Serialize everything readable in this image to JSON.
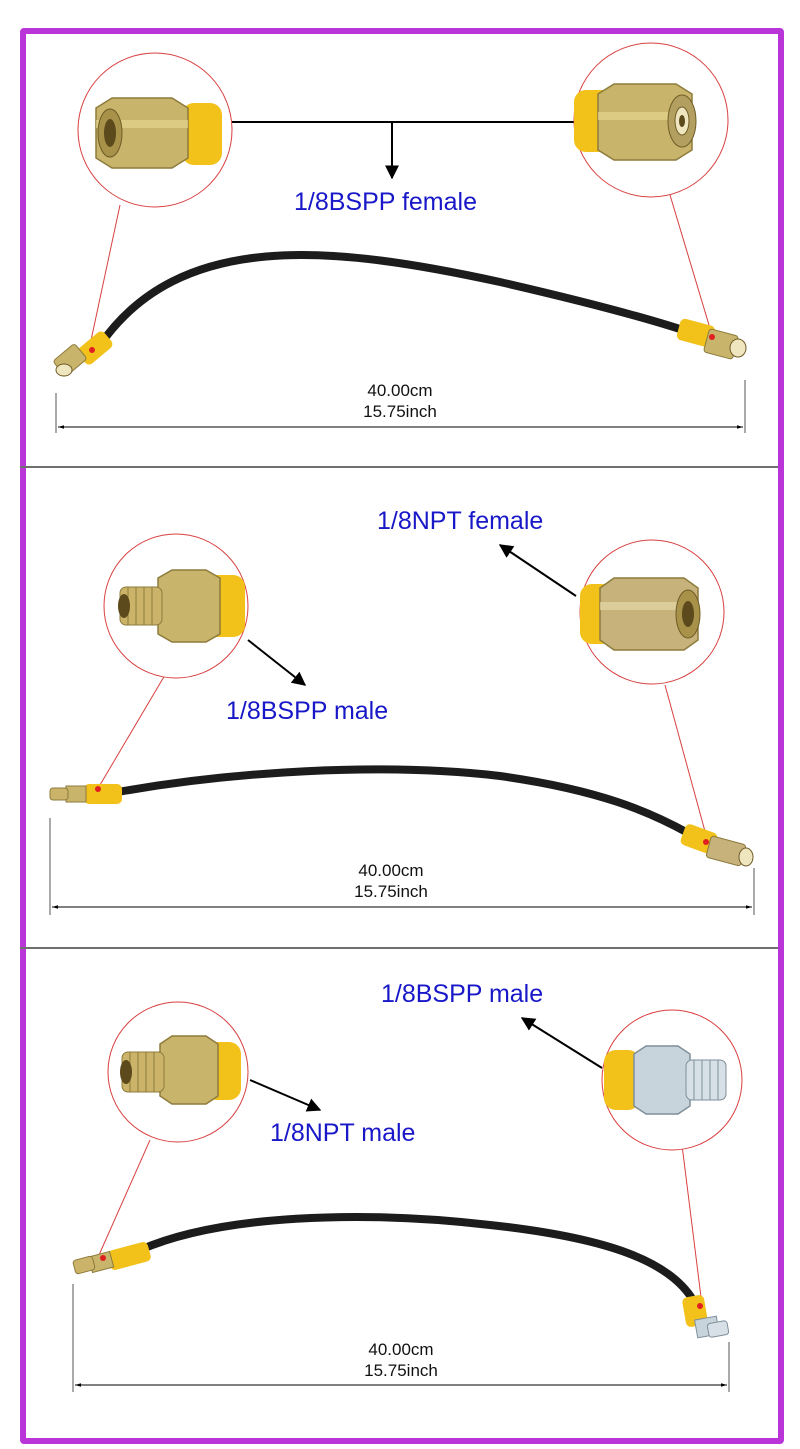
{
  "colors": {
    "frame": "#b935d8",
    "label": "#1818c8",
    "hose": "#1c1c1c",
    "collar": "#f2c21a",
    "fitting_brass": "#c8b46a",
    "fitting_zinc": "#c8d4dc",
    "callout_line": "#d84040"
  },
  "panels": [
    {
      "title": "1/8BSPP female",
      "length_cm": "40.00cm",
      "length_inch": "15.75inch",
      "left_fitting": {
        "type": "female",
        "finish": "brass"
      },
      "right_fitting": {
        "type": "female",
        "finish": "brass"
      }
    },
    {
      "left_label": "1/8BSPP male",
      "right_label": "1/8NPT female",
      "length_cm": "40.00cm",
      "length_inch": "15.75inch",
      "left_fitting": {
        "type": "male",
        "finish": "brass"
      },
      "right_fitting": {
        "type": "female",
        "finish": "brass"
      }
    },
    {
      "left_label": "1/8NPT male",
      "right_label": "1/8BSPP male",
      "length_cm": "40.00cm",
      "length_inch": "15.75inch",
      "left_fitting": {
        "type": "male",
        "finish": "brass"
      },
      "right_fitting": {
        "type": "male",
        "finish": "zinc"
      }
    }
  ]
}
